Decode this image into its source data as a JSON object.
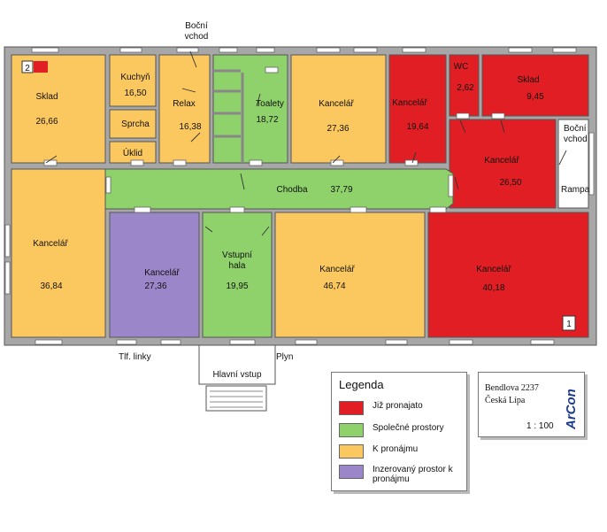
{
  "colors": {
    "rented": "#e01e23",
    "common": "#8fd16a",
    "for_rent": "#fbc75f",
    "advertised": "#9a86c8",
    "wall": "#9a9a9a",
    "outline": "#555555"
  },
  "rooms": [
    {
      "name": "Sklad",
      "area": "26,66"
    },
    {
      "name": "Kuchyň",
      "area": "16,50"
    },
    {
      "name": "Sprcha",
      "area": ""
    },
    {
      "name": "Úklid",
      "area": ""
    },
    {
      "name": "Relax",
      "area": "16,38"
    },
    {
      "name": "Toalety",
      "area": "18,72"
    },
    {
      "name": "Kancelář",
      "area": "27,36"
    },
    {
      "name": "Kancelář",
      "area": "19,64"
    },
    {
      "name": "WC",
      "area": "2,62"
    },
    {
      "name": "Sklad",
      "area": "9,45"
    },
    {
      "name": "Kancelář",
      "area": "26,50"
    },
    {
      "name": "Chodba",
      "area": "37,79"
    },
    {
      "name": "Kancelář",
      "area": "36,84"
    },
    {
      "name": "Kancelář",
      "area": "27,36"
    },
    {
      "name": "Vstupní hala",
      "area": "19,95"
    },
    {
      "name": "Kancelář",
      "area": "46,74"
    },
    {
      "name": "Kancelář",
      "area": "40,18"
    }
  ],
  "labels": {
    "side_entrance_top": [
      "Boční",
      "vchod"
    ],
    "side_entrance_right": [
      "Boční",
      "vchod"
    ],
    "ramp": "Rampa",
    "main_entrance": "Hlavní vstup",
    "phone_lines": "Tlf. linky",
    "gas": "Plyn",
    "marker_1": "1",
    "marker_2": "2"
  },
  "legend": {
    "title": "Legenda",
    "items": [
      {
        "label": "Již pronajato",
        "color_key": "rented"
      },
      {
        "label": "Společné prostory",
        "color_key": "common"
      },
      {
        "label": "K pronájmu",
        "color_key": "for_rent"
      },
      {
        "label": "Inzerovaný prostor k pronájmu",
        "color_key": "advertised"
      }
    ]
  },
  "titleblock": {
    "street": "Bendlova 2237",
    "city": "Česká Lípa",
    "scale": "1 : 100",
    "logo_text": "ArCon"
  }
}
